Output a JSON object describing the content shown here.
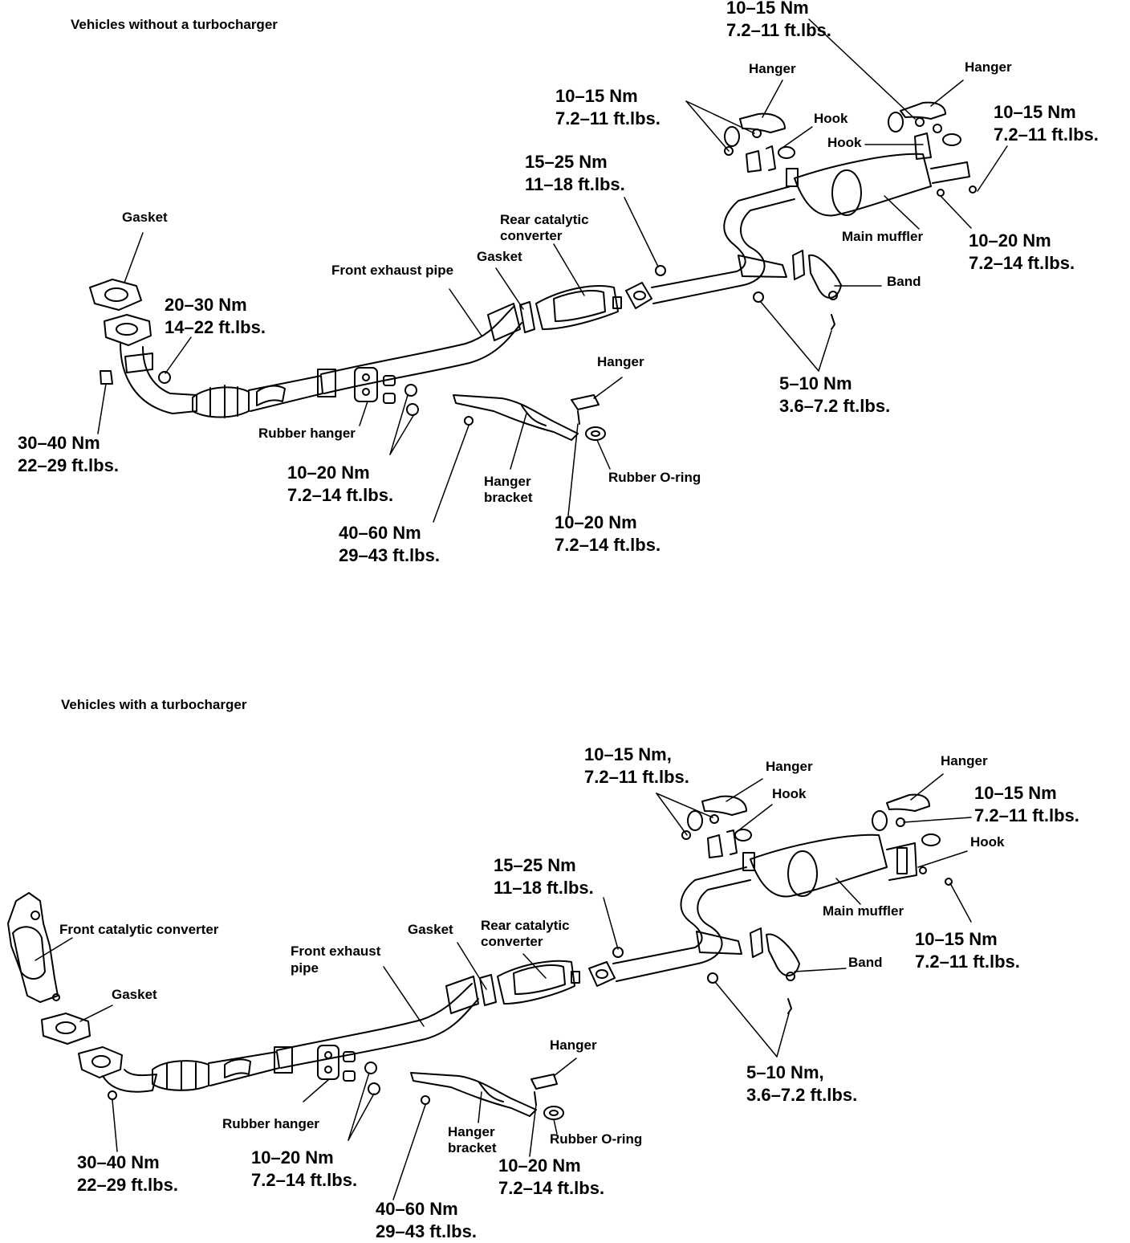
{
  "without_turbo": {
    "title": "Vehicles without a turbocharger",
    "labels": {
      "gasket_left": "Gasket",
      "front_exhaust_pipe": "Front exhaust pipe",
      "gasket_mid": "Gasket",
      "rear_catalytic_converter": "Rear catalytic\nconverter",
      "rubber_hanger": "Rubber hanger",
      "hanger_mid": "Hanger",
      "hanger_bracket": "Hanger\nbracket",
      "rubber_o_ring": "Rubber O-ring",
      "hanger_left_top": "Hanger",
      "hanger_right_top": "Hanger",
      "hook_left": "Hook",
      "hook_right": "Hook",
      "main_muffler": "Main muffler",
      "band": "Band"
    },
    "torques": {
      "t_top_center": "10–15 Nm\n7.2–11 ft.lbs.",
      "t_top_left": "10–15 Nm\n7.2–11 ft.lbs.",
      "t_top_right": "10–15 Nm\n7.2–11 ft.lbs.",
      "t_15_25": "15–25 Nm\n11–18 ft.lbs.",
      "t_20_30": "20–30 Nm\n14–22 ft.lbs.",
      "t_10_20_right": "10–20 Nm\n7.2–14 ft.lbs.",
      "t_5_10": "5–10 Nm\n3.6–7.2 ft.lbs.",
      "t_30_40": "30–40 Nm\n22–29 ft.lbs.",
      "t_10_20_left": "10–20 Nm\n7.2–14 ft.lbs.",
      "t_40_60": "40–60 Nm\n29–43 ft.lbs.",
      "t_10_20_mid": "10–20 Nm\n7.2–14 ft.lbs."
    }
  },
  "with_turbo": {
    "title": "Vehicles with a turbocharger",
    "labels": {
      "front_catalytic_converter": "Front catalytic converter",
      "gasket_left": "Gasket",
      "front_exhaust_pipe": "Front exhaust\npipe",
      "gasket_mid": "Gasket",
      "rear_catalytic_converter": "Rear catalytic\nconverter",
      "rubber_hanger": "Rubber hanger",
      "hanger_mid": "Hanger",
      "hanger_bracket": "Hanger\nbracket",
      "rubber_o_ring": "Rubber O-ring",
      "hanger_left_top": "Hanger",
      "hanger_right_top": "Hanger",
      "hook_top": "Hook",
      "hook_right": "Hook",
      "main_muffler": "Main muffler",
      "band": "Band"
    },
    "torques": {
      "t_top_left": "10–15 Nm,\n7.2–11 ft.lbs.",
      "t_top_right": "10–15 Nm\n7.2–11 ft.lbs.",
      "t_15_25": "15–25 Nm\n11–18 ft.lbs.",
      "t_right_mid": "10–15 Nm\n7.2–11 ft.lbs.",
      "t_5_10": "5–10 Nm,\n3.6–7.2 ft.lbs.",
      "t_30_40": "30–40 Nm\n22–29 ft.lbs.",
      "t_10_20_left": "10–20 Nm\n7.2–14 ft.lbs.",
      "t_40_60": "40–60 Nm\n29–43 ft.lbs.",
      "t_10_20_mid": "10–20 Nm\n7.2–14 ft.lbs."
    }
  }
}
